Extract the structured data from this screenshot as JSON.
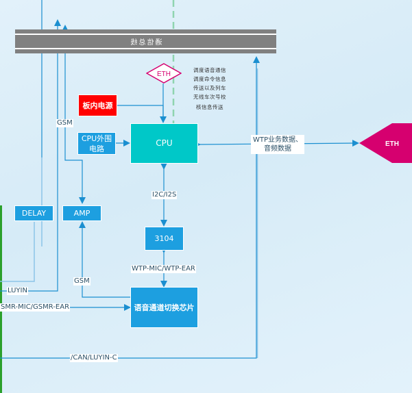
{
  "bus": {
    "label": "通信总线"
  },
  "eth_top": {
    "label": "ETH"
  },
  "eth_right": {
    "label": "ETH"
  },
  "note": {
    "lines": [
      "调度语音通信",
      "调度命令信息",
      "传送以及列车",
      "无线车次号校",
      "核信息传送"
    ]
  },
  "blocks": {
    "power": "板内电源",
    "cpu_periph_line1": "CPU外围",
    "cpu_periph_line2": "电路",
    "cpu": "CPU",
    "delay": "DELAY",
    "amp": "AMP",
    "codec": "3104",
    "switch_chip": "语音通道切换芯片"
  },
  "links": {
    "gsm_top": "GSM",
    "gsm_bottom": "GSM",
    "i2c": "I2C/I2S",
    "wtp_mic": "WTP-MIC/WTP-EAR",
    "wtp_data_line1": "WTP业务数据、",
    "wtp_data_line2": "音频数据",
    "luyin": "LUYIN",
    "gsmr": "SMR-MIC/GSMR-EAR",
    "can": "/CAN/LUYIN-C"
  },
  "colors": {
    "wire": "#1b8fd0",
    "wire_light": "#8cc4e8",
    "dashed": "#3fbf6f",
    "eth_accent": "#d6006f",
    "left_rail": "#2ca02c"
  }
}
